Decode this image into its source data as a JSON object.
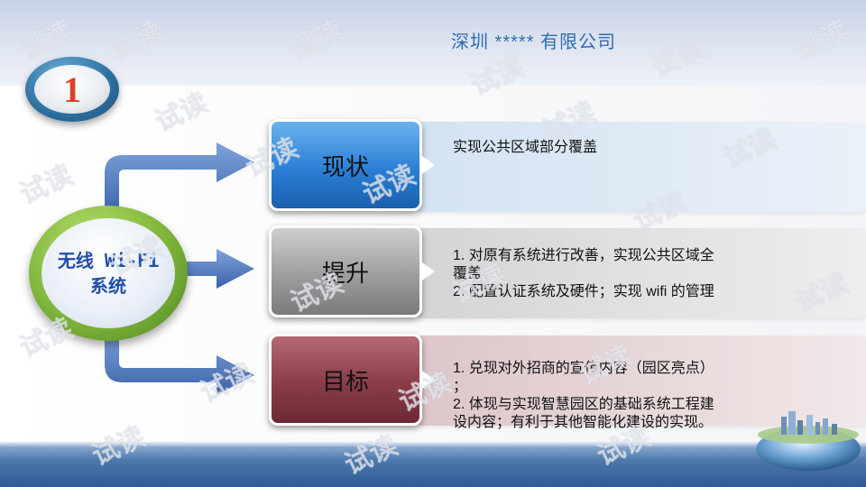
{
  "header": {
    "company": "深圳 ***** 有限公司"
  },
  "badge": {
    "number": "1"
  },
  "hub": {
    "line1": "无线 Wi-Fi",
    "line2": "系统"
  },
  "rows": [
    {
      "label": "现状",
      "lines": [
        "实现公共区域部分覆盖"
      ]
    },
    {
      "label": "提升",
      "lines": [
        "1. 对原有系统进行改善，实现公共区域全",
        "覆盖",
        "2. 配置认证系统及硬件；实现 wifi 的管理"
      ]
    },
    {
      "label": "目标",
      "lines": [
        "1. 兑现对外招商的宣传内容（园区亮点）",
        "；",
        "2. 体现与实现智慧园区的基础系统工程建",
        "设内容；有利于其他智能化建设的实现。"
      ]
    }
  ],
  "watermark": {
    "text": "试读"
  },
  "colors": {
    "company": "#2f6db0",
    "hub_text": "#1f4fa8",
    "arrow": "#4a78c2",
    "current_box": "#2b7fd6",
    "improve_box": "#9d9d9d",
    "goal_box": "#8a3c47"
  }
}
